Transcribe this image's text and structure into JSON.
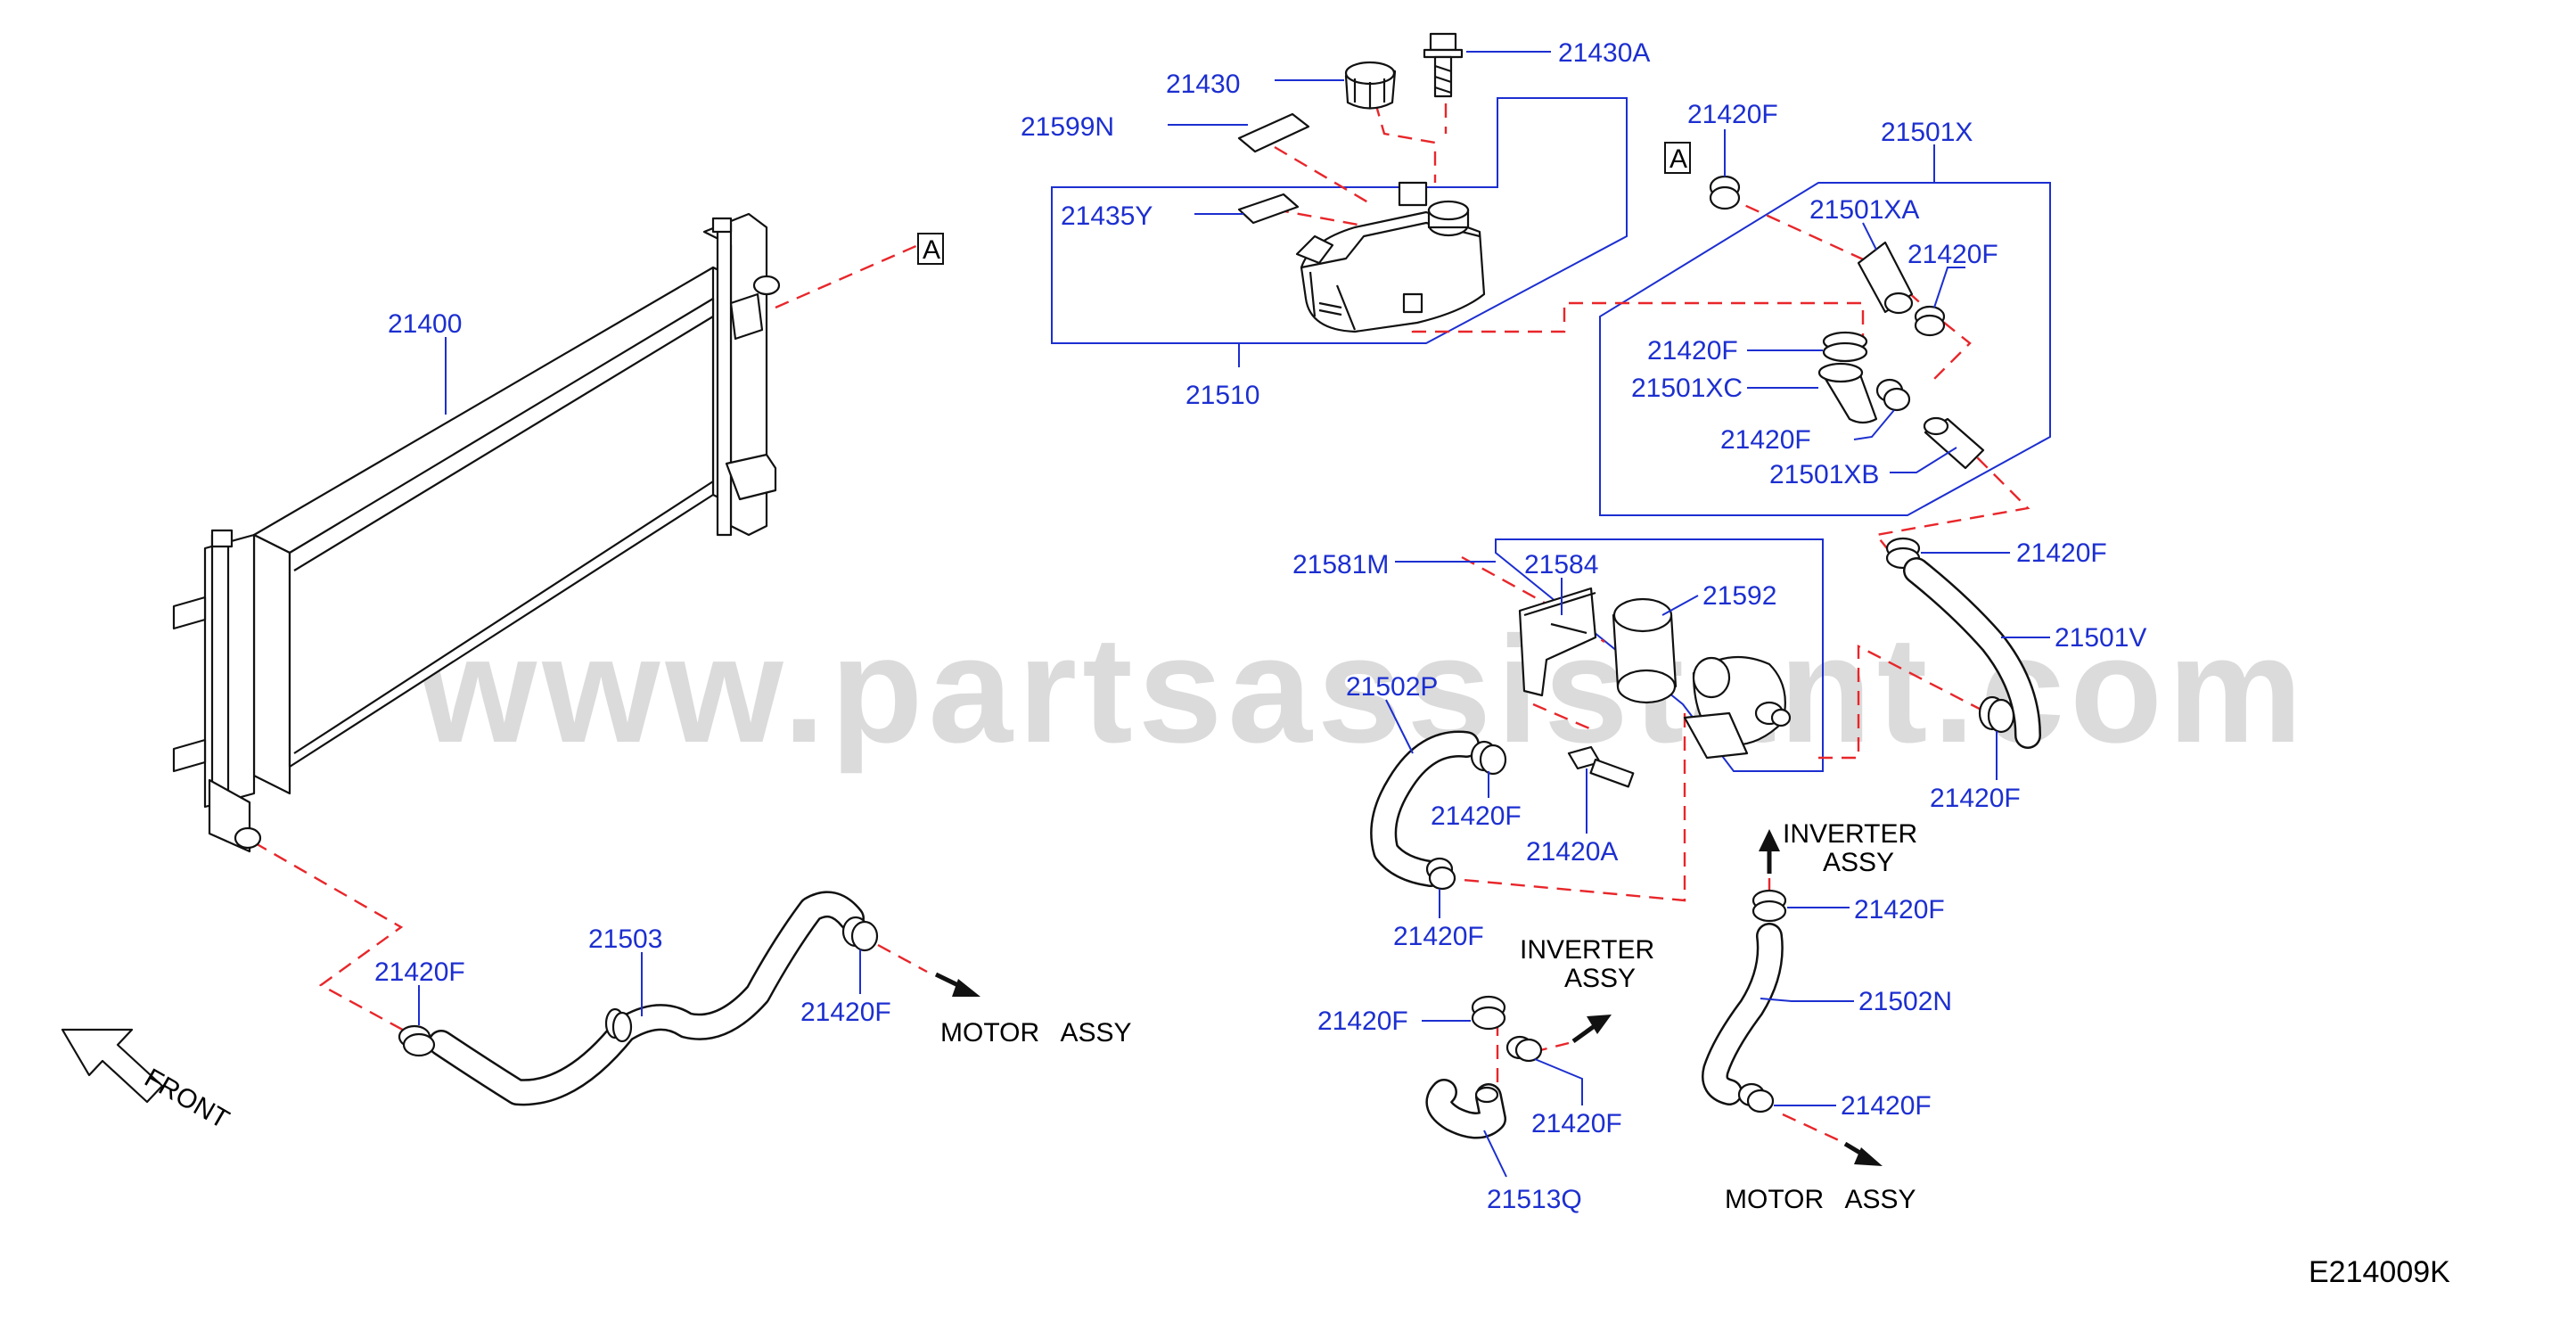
{
  "watermark": "www.partsassistant.com",
  "diagram_code": "E214009K",
  "reference_marker": "A",
  "parts": {
    "radiator": "21400",
    "reservoir_cap": "21430",
    "bolt_top": "21430A",
    "label_plate_top": "21599N",
    "label_plate": "21435Y",
    "reservoir_tank": "21510",
    "hose_assy": "21501X",
    "hose_a": "21501XA",
    "hose_b": "21501XB",
    "hose_c": "21501XC",
    "hose_v": "21501V",
    "clamp": "21420F",
    "bracket_assy": "21581M",
    "bracket": "21584",
    "pump_rubber": "21592",
    "hose_p": "21502P",
    "hose_n": "21502N",
    "bolt": "21420A",
    "hose_lower": "21503",
    "hose_q": "21513Q"
  },
  "notes": {
    "motor_assy": "MOTOR   ASSY",
    "inverter": "INVERTER",
    "assy": "ASSY",
    "front": "FRONT"
  }
}
